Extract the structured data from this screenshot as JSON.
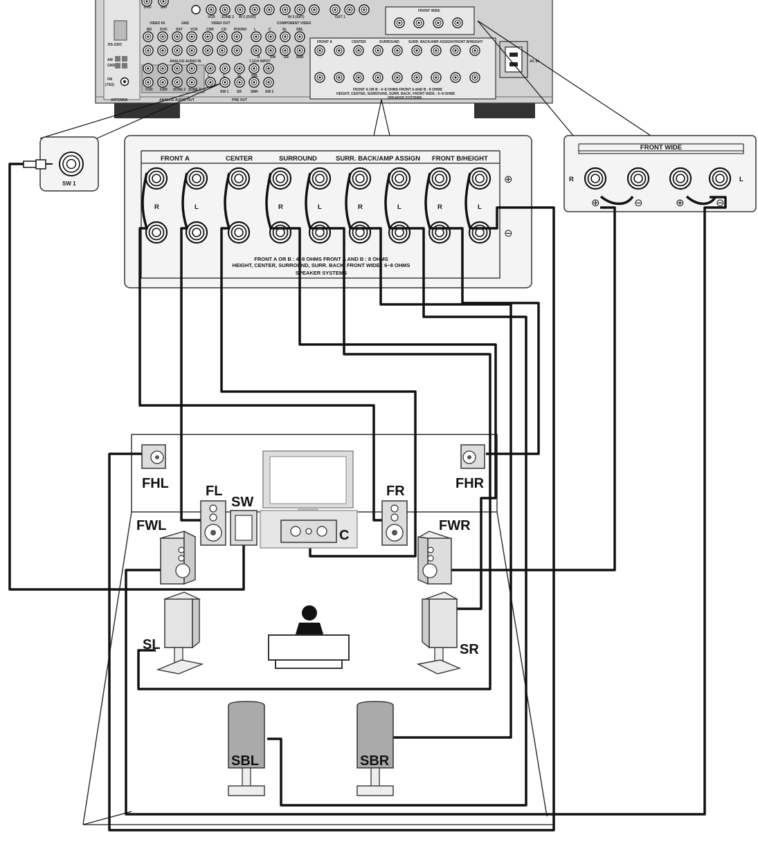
{
  "receiver": {
    "video_in_jacks": [
      "DVD",
      "SAT"
    ],
    "video_in_label": "VIDEO IN",
    "gnd_label": "GND",
    "row1_labels": [
      "VCR",
      "ZONE 2",
      "IN 2 (DVD)",
      "IN 3 (SAT)",
      "OUT 1"
    ],
    "video_out_label": "VIDEO OUT",
    "component_video_label": "COMPONENT VIDEO",
    "row2_labels": [
      "BD",
      "DVD",
      "SAT",
      "VCR",
      "CDR",
      "CD",
      "PHONO",
      "L",
      "C",
      "SL",
      "SBL"
    ],
    "rs232c_label": "RS-232C",
    "analog_audio_in_label": "ANALOG AUDIO IN",
    "multich_input_label": "7.1CH INPUT",
    "row3_labels": [
      "R",
      "SW",
      "SR",
      "SBR"
    ],
    "am_label": "AM",
    "gnd_small_label": "GND",
    "fm_label": "FM",
    "fm_ohms": "(75Ω)",
    "antenna_label": "ANTENNA",
    "row4_labels": [
      "VCR",
      "CDR",
      "ZONE 2",
      "ZONE 3",
      "SW 1",
      "SR",
      "SBR",
      "SW 2"
    ],
    "row4b_labels": [
      "L",
      "C",
      "SL",
      "SBL"
    ],
    "analog_audio_out_label": "ANALOG AUDIO OUT",
    "pre_out_label": "PRE OUT",
    "small_speaker_header": [
      "FRONT A",
      "CENTER",
      "SURROUND",
      "SURR. BACK/AMP ASSIGN",
      "FRONT B/HEIGHT"
    ],
    "small_speaker_note_1": "FRONT A OR B : 4~8 OHMS    FRONT A AND B : 8 OHMS",
    "small_speaker_note_2": "HEIGHT, CENTER, SURROUND, SURR. BACK, FRONT WIDE : 6~8 OHMS",
    "small_speaker_systems": "SPEAKER SYSTEMS",
    "small_front_wide": "FRONT WIDE",
    "ac_in_label": "AC IN"
  },
  "sw_callout": {
    "label": "SW 1"
  },
  "speaker_panel": {
    "headers": [
      "FRONT A",
      "CENTER",
      "SURROUND",
      "SURR. BACK/AMP ASSIGN",
      "FRONT B/HEIGHT"
    ],
    "channel_labels": [
      "R",
      "L",
      "R",
      "L",
      "R",
      "L",
      "R",
      "L"
    ],
    "plus_symbol": "⊕",
    "minus_symbol": "⊖",
    "note_line_1": "FRONT A  OR  B : 4~8 OHMS     FRONT A  AND  B : 8 OHMS",
    "note_line_2": "HEIGHT, CENTER, SURROUND, SURR. BACK, FRONT WIDE : 6~8 OHMS",
    "systems_label": "SPEAKER SYSTEMS"
  },
  "front_wide_panel": {
    "title": "FRONT WIDE",
    "left_label": "R",
    "right_label": "L",
    "symbols": [
      "⊕",
      "⊖",
      "⊕",
      "⊖"
    ]
  },
  "speakers": {
    "fhl": "FHL",
    "fhr": "FHR",
    "fl": "FL",
    "sw": "SW",
    "fr": "FR",
    "c": "C",
    "fwl": "FWL",
    "fwr": "FWR",
    "sl": "SL",
    "sr": "SR",
    "sbl": "SBL",
    "sbr": "SBR"
  }
}
